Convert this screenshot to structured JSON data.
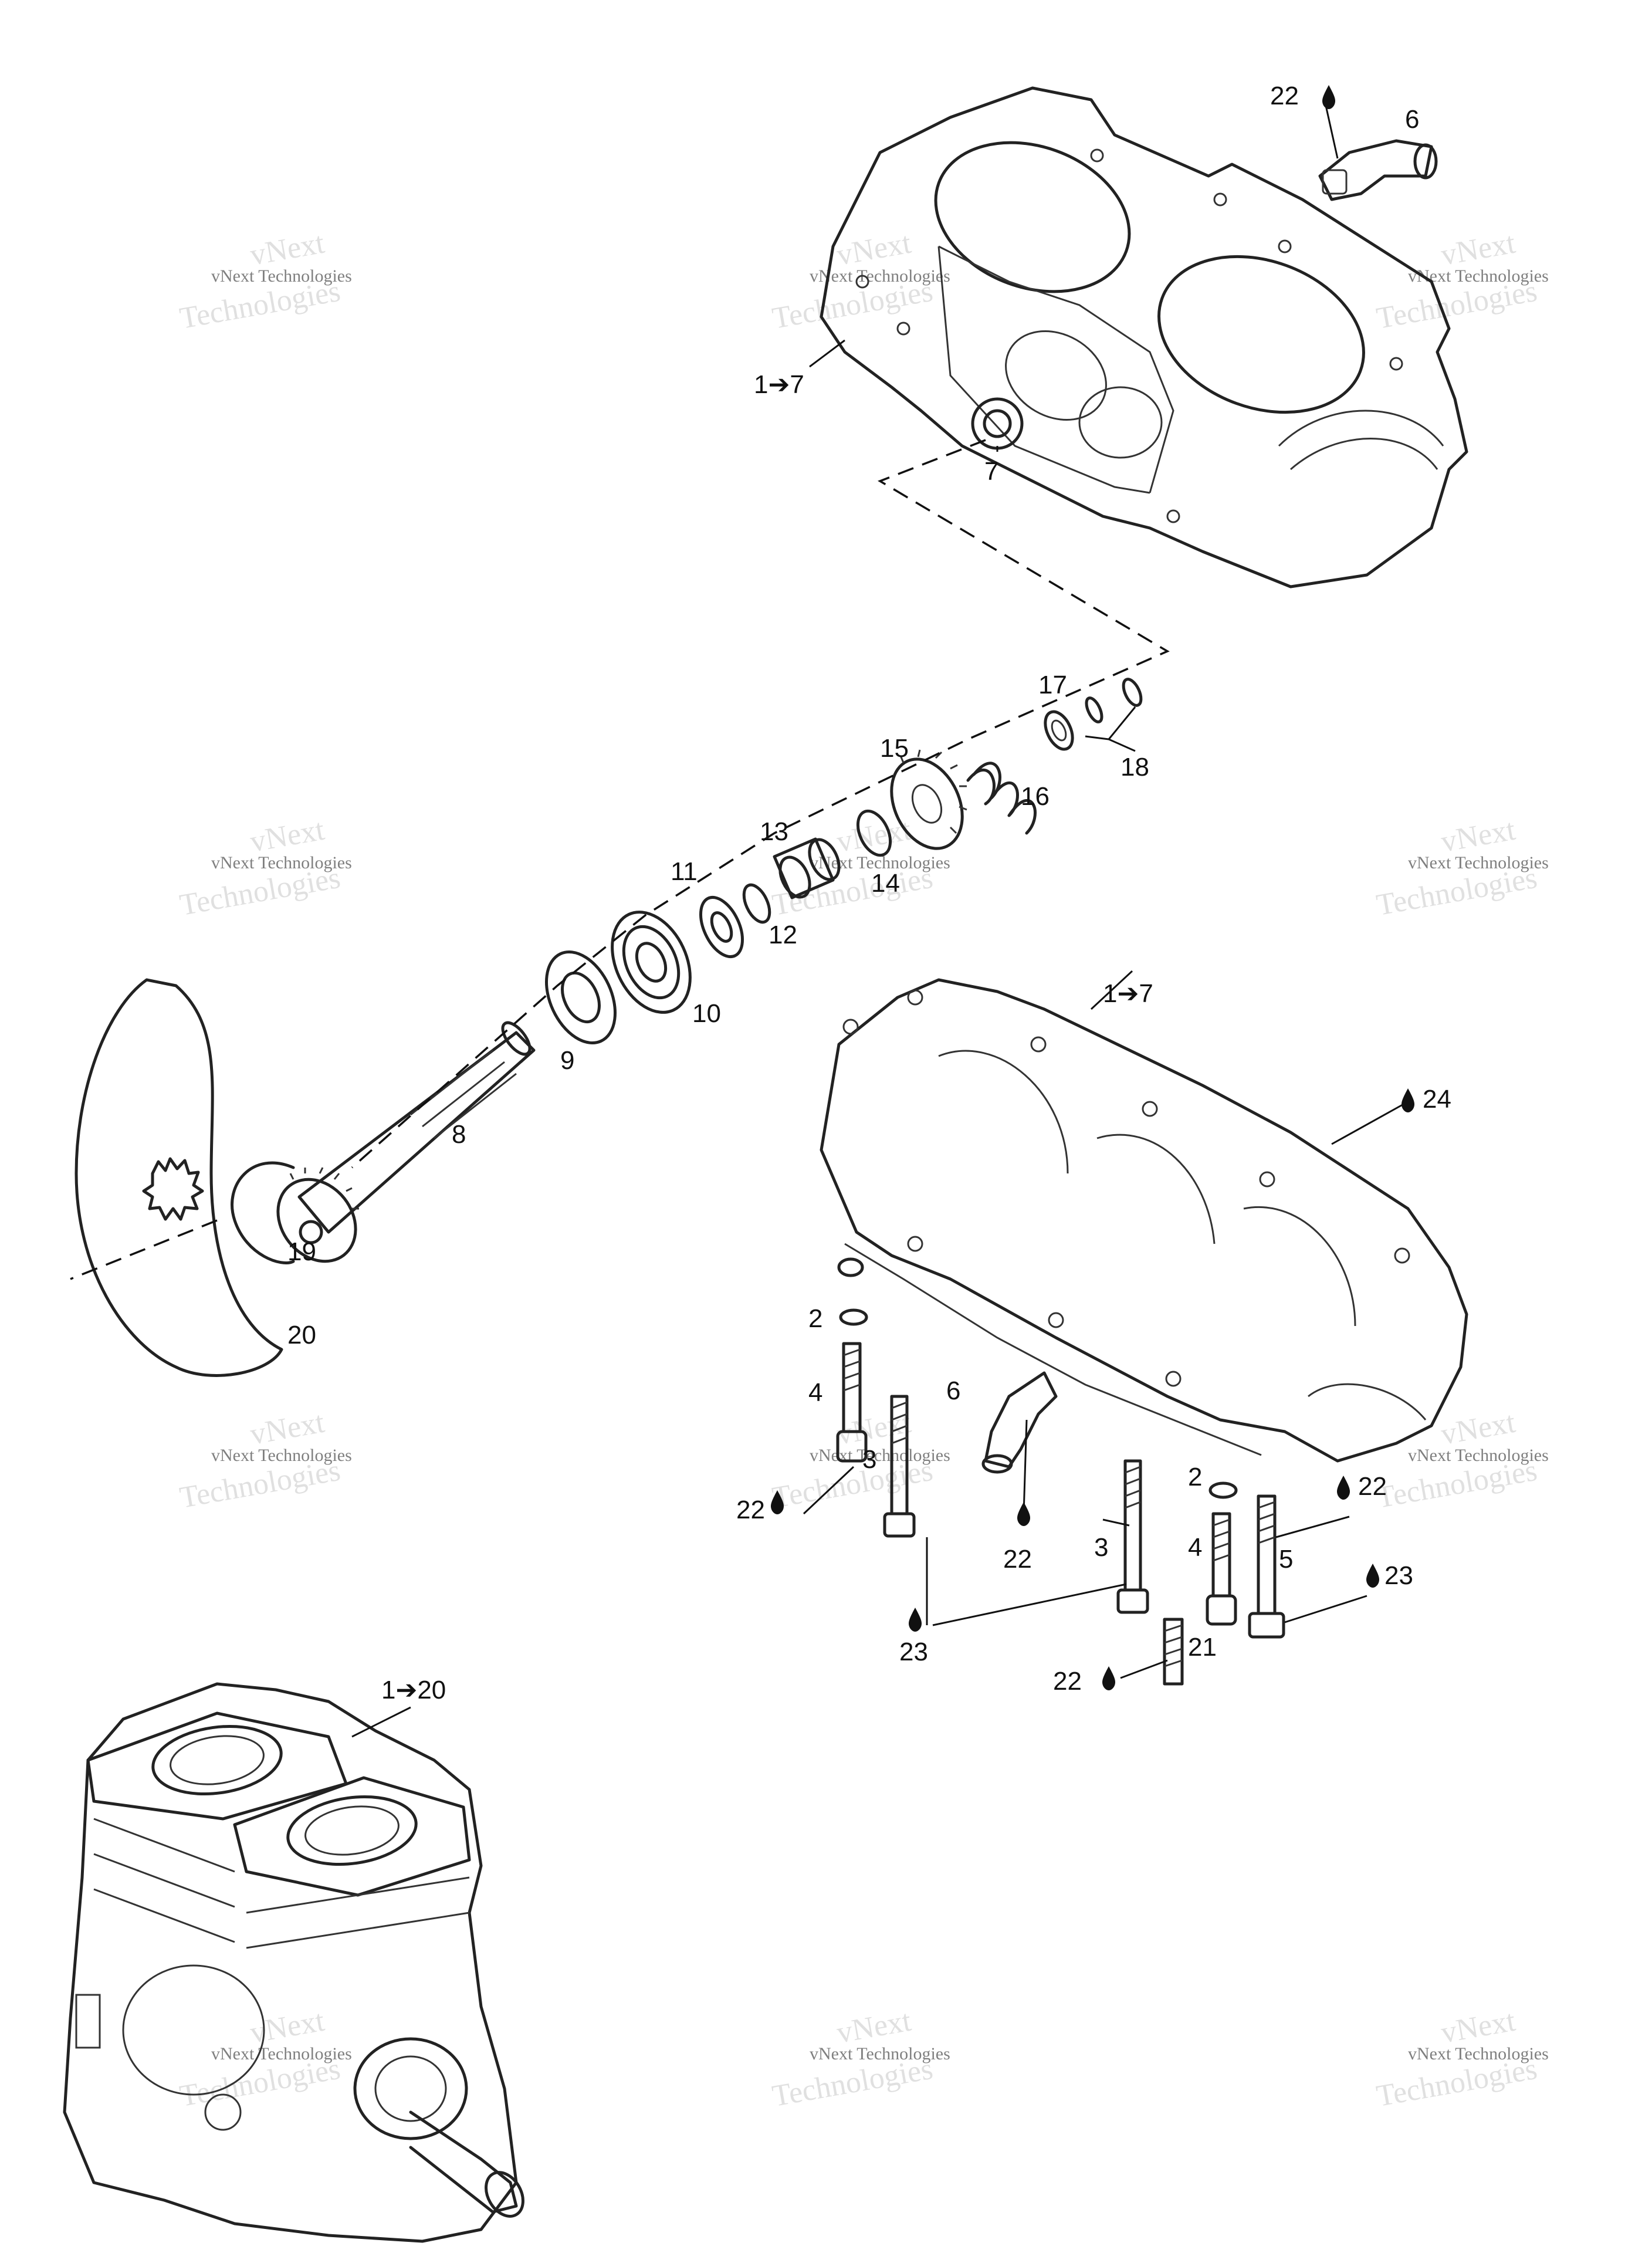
{
  "watermark": {
    "line1": "vNext",
    "line2": "vNext Technologies",
    "line3": "Technologies"
  },
  "labels": {
    "l6_top": "6",
    "l22_top": "22",
    "l1to7_top": "1➔7",
    "l7": "7",
    "l17": "17",
    "l18": "18",
    "l15": "15",
    "l16": "16",
    "l13": "13",
    "l14": "14",
    "l11": "11",
    "l12": "12",
    "l10": "10",
    "l9": "9",
    "l8": "8",
    "l19": "19",
    "l20": "20",
    "l1to7_mid": "1➔7",
    "l24": "24",
    "l2a": "2",
    "l4a": "4",
    "l6b": "6",
    "l3a": "3",
    "l22a": "22",
    "l22b": "22",
    "l3b": "3",
    "l2b": "2",
    "l4b": "4",
    "l22c": "22",
    "l5": "5",
    "l23a": "23",
    "l23b": "23",
    "l21": "21",
    "l22d": "22",
    "l1to20": "1➔20"
  },
  "icons": {
    "sealant": "sealant-drop-icon"
  }
}
